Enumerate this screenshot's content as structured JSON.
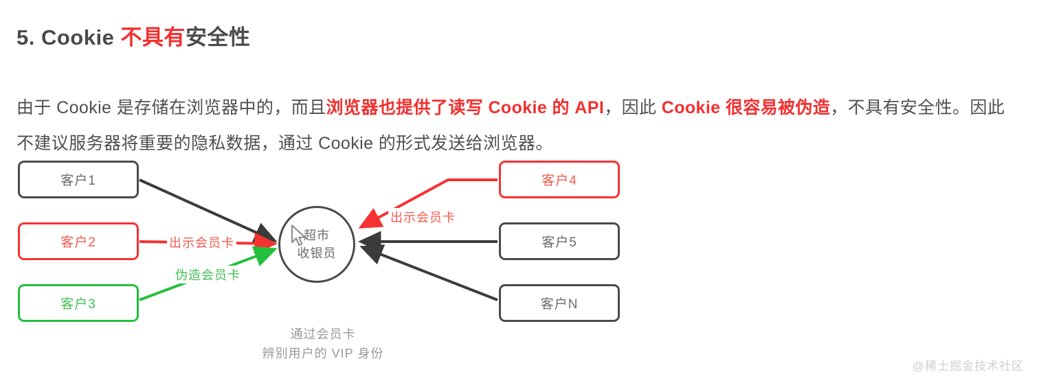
{
  "heading": {
    "prefix": "5. Cookie ",
    "accent": "不具有",
    "suffix": "安全性"
  },
  "paragraph": {
    "seg1": "由于 Cookie 是存储在浏览器中的，而且",
    "seg2_highlight": "浏览器也提供了读写 Cookie 的 API",
    "seg3": "，因此 ",
    "seg4_highlight": "Cookie 很容易被伪造",
    "seg5": "，不具有安全性。因此不建议服务器将重要的隐私数据，通过 Cookie 的形式发送给浏览器。"
  },
  "diagram": {
    "left_nodes": [
      {
        "label": "客户1",
        "style": "dark"
      },
      {
        "label": "客户2",
        "style": "red"
      },
      {
        "label": "客户3",
        "style": "green"
      }
    ],
    "right_nodes": [
      {
        "label": "客户4",
        "style": "red"
      },
      {
        "label": "客户5",
        "style": "dark"
      },
      {
        "label": "客户N",
        "style": "dark"
      }
    ],
    "hub": {
      "line1": "超市",
      "line2": "收银员"
    },
    "edge_labels": {
      "left_red": "出示会员卡",
      "left_green": "伪造会员卡",
      "right_red": "出示会员卡"
    },
    "caption": {
      "line1": "通过会员卡",
      "line2": "辨别用户的 VIP 身份"
    },
    "cursor_icon": "mouse-pointer-icon"
  },
  "watermark": "@稀土掘金技术社区",
  "colors": {
    "accent_red": "#f23030",
    "node_red": "#f53232",
    "node_green": "#22c03c",
    "node_dark": "#4a4a4a",
    "text_gray": "#4f4f4f",
    "watermark_gray": "#cfcfcf"
  }
}
